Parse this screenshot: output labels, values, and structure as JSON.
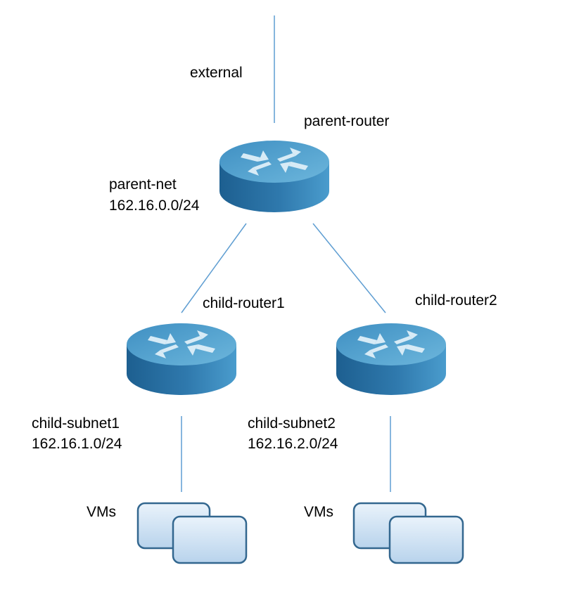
{
  "colors": {
    "line": "#5f9ed2",
    "router_top": "#57a4cf",
    "router_side_dark": "#1d5f90",
    "router_side_light": "#4a9ccd",
    "router_arrow": "#d7ebf6",
    "vm_fill_top": "#eaf3fb",
    "vm_fill_bottom": "#b8d3ec",
    "vm_border": "#33678f"
  },
  "icons": {
    "router": "router-icon",
    "vm": "vm-window-icon"
  },
  "external": {
    "label": "external"
  },
  "parent_router": {
    "name": "parent-router",
    "net_name": "parent-net",
    "net_cidr": "162.16.0.0/24"
  },
  "child_router1": {
    "name": "child-router1",
    "subnet_name": "child-subnet1",
    "subnet_cidr": "162.16.1.0/24",
    "vms_label": "VMs"
  },
  "child_router2": {
    "name": "child-router2",
    "subnet_name": "child-subnet2",
    "subnet_cidr": "162.16.2.0/24",
    "vms_label": "VMs"
  }
}
